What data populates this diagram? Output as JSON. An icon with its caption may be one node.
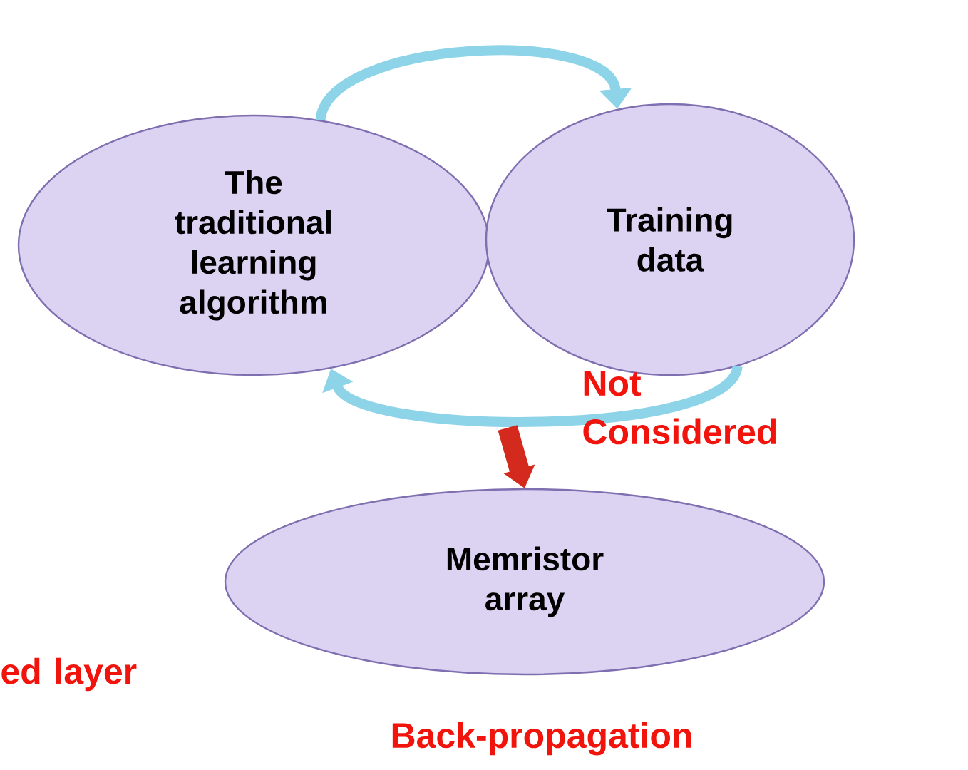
{
  "diagram": {
    "nodes": [
      {
        "text": [
          "The traditional learning algorithm"
        ]
      },
      {
        "text": [
          "Training data"
        ]
      },
      {
        "text": [
          "Memristor array"
        ]
      }
    ],
    "edges": [
      {
        "from": 0,
        "to": 1,
        "arrow": "to"
      },
      {
        "from": 1,
        "to": 0,
        "arrow": "to"
      },
      {
        "from": null,
        "to": 2,
        "arrow": "to",
        "style": "thick",
        "color": "#d42a1e"
      }
    ],
    "labels": [
      "Not Considered",
      "ed layer",
      "Back-propagation"
    ]
  }
}
